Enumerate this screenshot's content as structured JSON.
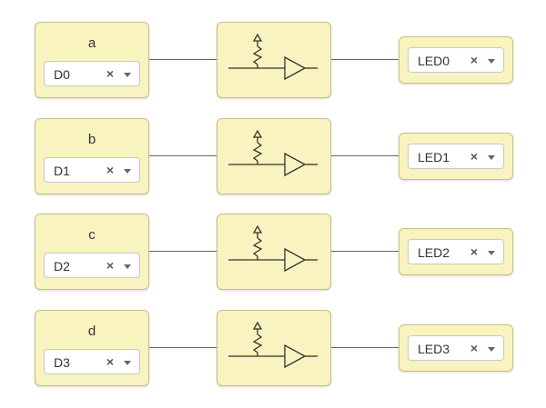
{
  "rows": [
    {
      "input_label": "a",
      "input_value": "D0",
      "output_value": "LED0"
    },
    {
      "input_label": "b",
      "input_value": "D1",
      "output_value": "LED1"
    },
    {
      "input_label": "c",
      "input_value": "D2",
      "output_value": "LED2"
    },
    {
      "input_label": "d",
      "input_value": "D3",
      "output_value": "LED3"
    }
  ],
  "clear_symbol": "×",
  "icons": {
    "dropdown": "chevron-down-icon",
    "clear": "close-icon",
    "gate": "buffer-with-pullup-icon"
  },
  "colors": {
    "block_fill": "#f8f3bf",
    "block_border": "#c6c08a",
    "wire": "#666666"
  }
}
